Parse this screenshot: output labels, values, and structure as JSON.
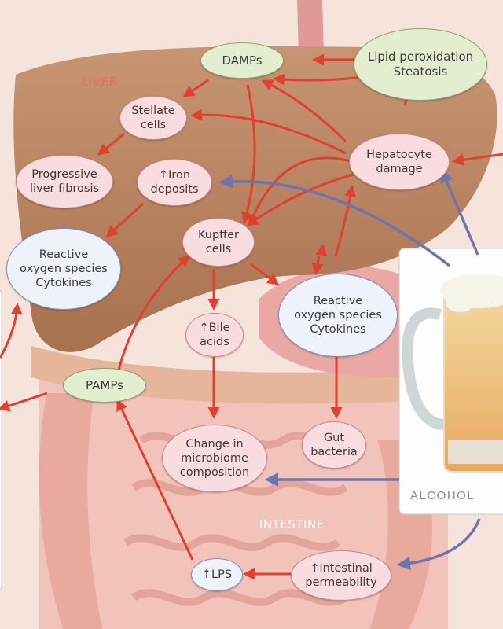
{
  "labels": {
    "liver": "LIVER",
    "intestine": "INTESTINE",
    "alcohol": "ALCOHOL"
  },
  "nodes": {
    "lipid": [
      "Lipid peroxidation",
      "Steatosis"
    ],
    "damps": [
      "DAMPs"
    ],
    "stellate": [
      "Stellate",
      "cells"
    ],
    "fibrosis": [
      "Progressive",
      "liver fibrosis"
    ],
    "iron": [
      "↑Iron",
      "deposits"
    ],
    "hepatocyte": [
      "Hepatocyte",
      "damage"
    ],
    "kupffer": [
      "Kupffer",
      "cells"
    ],
    "ros_left": [
      "Reactive",
      "oxygen species",
      "Cytokines"
    ],
    "ros_center": [
      "Reactive",
      "oxygen species",
      "Cytokines"
    ],
    "bile": [
      "↑Bile",
      "acids"
    ],
    "pamps": [
      "PAMPs"
    ],
    "microbiome": [
      "Change in",
      "microbiome",
      "composition"
    ],
    "gut": [
      "Gut",
      "bacteria"
    ],
    "lps": [
      "↑LPS"
    ],
    "permeability": [
      "↑Intestinal",
      "permeability"
    ]
  },
  "colors": {
    "red_arrow": "#e0412f",
    "blue_arrow": "#6f74ad",
    "liver": "#b9825f",
    "intestine": "#eeb8b0"
  }
}
